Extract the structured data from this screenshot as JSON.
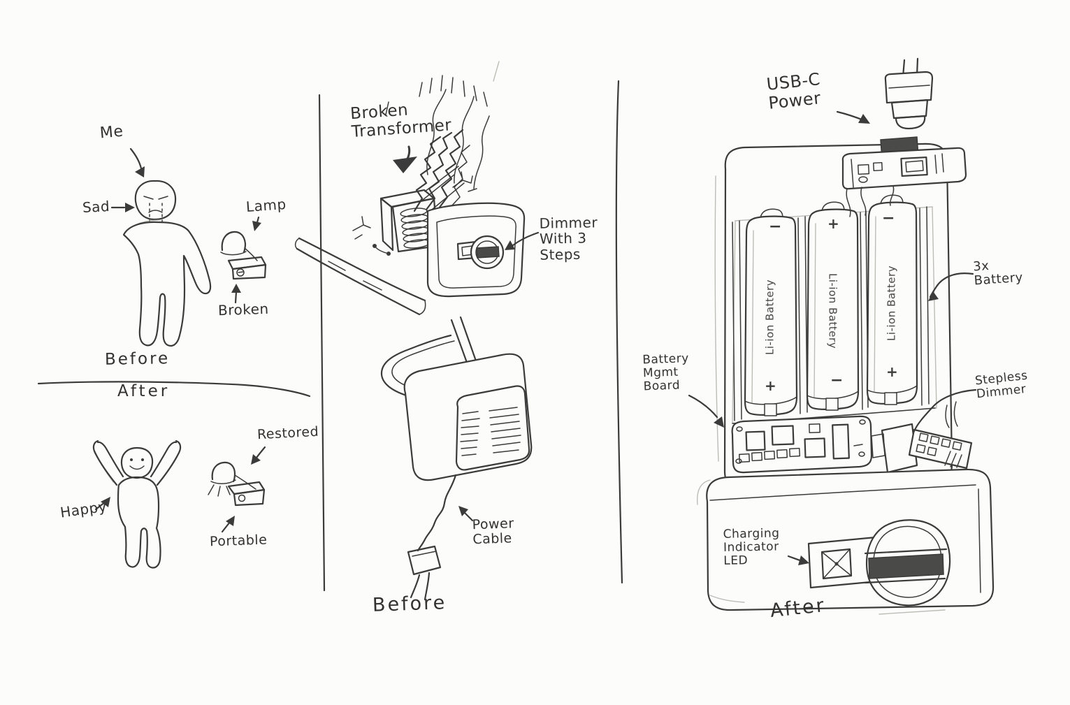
{
  "colors": {
    "background": "#fcfcfa",
    "ink": "#3b3b3b"
  },
  "left_panel": {
    "before": {
      "me": "Me",
      "sad": "Sad",
      "lamp": "Lamp",
      "broken": "Broken",
      "caption": "Before"
    },
    "after": {
      "caption": "After",
      "happy": "Happy",
      "restored": "Restored",
      "portable": "Portable"
    }
  },
  "middle_panel": {
    "broken_transformer": "Broken Transformer",
    "dimmer": "Dimmer With 3 Steps",
    "power_cable": "Power Cable",
    "caption": "Before"
  },
  "right_panel": {
    "usb_power": "USB-C Power",
    "battery_count": "3x Battery",
    "battery_label": "Li-ion Battery",
    "polarity": {
      "plus": "+",
      "minus": "−"
    },
    "bms": "Battery Mgmt Board",
    "stepless_dimmer": "Stepless Dimmer",
    "charging_led": "Charging Indicator LED",
    "caption": "After"
  }
}
